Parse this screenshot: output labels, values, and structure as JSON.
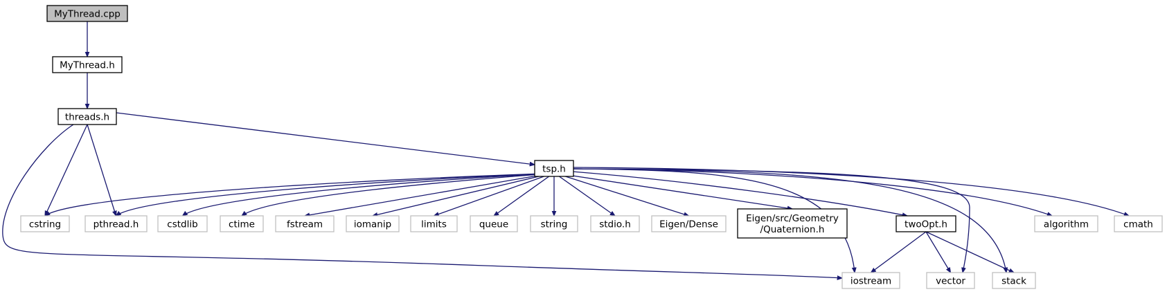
{
  "graph": {
    "edge_color": "#191970",
    "root_fill": "#bfbfbf",
    "system_header_border": "#bfbfbf",
    "nodes": [
      {
        "id": "mythread_cpp",
        "lines": [
          "MyThread.cpp"
        ],
        "kind": "root"
      },
      {
        "id": "mythread_h",
        "lines": [
          "MyThread.h"
        ],
        "kind": "local"
      },
      {
        "id": "threads_h",
        "lines": [
          "threads.h"
        ],
        "kind": "local"
      },
      {
        "id": "tsp_h",
        "lines": [
          "tsp.h"
        ],
        "kind": "local"
      },
      {
        "id": "cstring",
        "lines": [
          "cstring"
        ],
        "kind": "system"
      },
      {
        "id": "pthread_h",
        "lines": [
          "pthread.h"
        ],
        "kind": "system"
      },
      {
        "id": "cstdlib",
        "lines": [
          "cstdlib"
        ],
        "kind": "system"
      },
      {
        "id": "ctime",
        "lines": [
          "ctime"
        ],
        "kind": "system"
      },
      {
        "id": "fstream",
        "lines": [
          "fstream"
        ],
        "kind": "system"
      },
      {
        "id": "iomanip",
        "lines": [
          "iomanip"
        ],
        "kind": "system"
      },
      {
        "id": "limits",
        "lines": [
          "limits"
        ],
        "kind": "system"
      },
      {
        "id": "queue",
        "lines": [
          "queue"
        ],
        "kind": "system"
      },
      {
        "id": "string",
        "lines": [
          "string"
        ],
        "kind": "system"
      },
      {
        "id": "stdio_h",
        "lines": [
          "stdio.h"
        ],
        "kind": "system"
      },
      {
        "id": "eigen_dense",
        "lines": [
          "Eigen/Dense"
        ],
        "kind": "system"
      },
      {
        "id": "quaternion_h",
        "lines": [
          "Eigen/src/Geometry",
          "/Quaternion.h"
        ],
        "kind": "local"
      },
      {
        "id": "twoopt_h",
        "lines": [
          "twoOpt.h"
        ],
        "kind": "local"
      },
      {
        "id": "algorithm",
        "lines": [
          "algorithm"
        ],
        "kind": "system"
      },
      {
        "id": "cmath",
        "lines": [
          "cmath"
        ],
        "kind": "system"
      },
      {
        "id": "iostream",
        "lines": [
          "iostream"
        ],
        "kind": "system"
      },
      {
        "id": "vector",
        "lines": [
          "vector"
        ],
        "kind": "system"
      },
      {
        "id": "stack",
        "lines": [
          "stack"
        ],
        "kind": "system"
      }
    ],
    "edges": [
      [
        "mythread_cpp",
        "mythread_h"
      ],
      [
        "mythread_h",
        "threads_h"
      ],
      [
        "threads_h",
        "tsp_h"
      ],
      [
        "threads_h",
        "cstring"
      ],
      [
        "threads_h",
        "pthread_h"
      ],
      [
        "threads_h",
        "iostream"
      ],
      [
        "tsp_h",
        "cstring"
      ],
      [
        "tsp_h",
        "pthread_h"
      ],
      [
        "tsp_h",
        "cstdlib"
      ],
      [
        "tsp_h",
        "ctime"
      ],
      [
        "tsp_h",
        "fstream"
      ],
      [
        "tsp_h",
        "iomanip"
      ],
      [
        "tsp_h",
        "limits"
      ],
      [
        "tsp_h",
        "queue"
      ],
      [
        "tsp_h",
        "string"
      ],
      [
        "tsp_h",
        "stdio_h"
      ],
      [
        "tsp_h",
        "eigen_dense"
      ],
      [
        "tsp_h",
        "quaternion_h"
      ],
      [
        "tsp_h",
        "iostream"
      ],
      [
        "tsp_h",
        "twoopt_h"
      ],
      [
        "tsp_h",
        "vector"
      ],
      [
        "tsp_h",
        "stack"
      ],
      [
        "tsp_h",
        "algorithm"
      ],
      [
        "tsp_h",
        "cmath"
      ],
      [
        "twoopt_h",
        "iostream"
      ],
      [
        "twoopt_h",
        "vector"
      ],
      [
        "twoopt_h",
        "stack"
      ]
    ]
  }
}
